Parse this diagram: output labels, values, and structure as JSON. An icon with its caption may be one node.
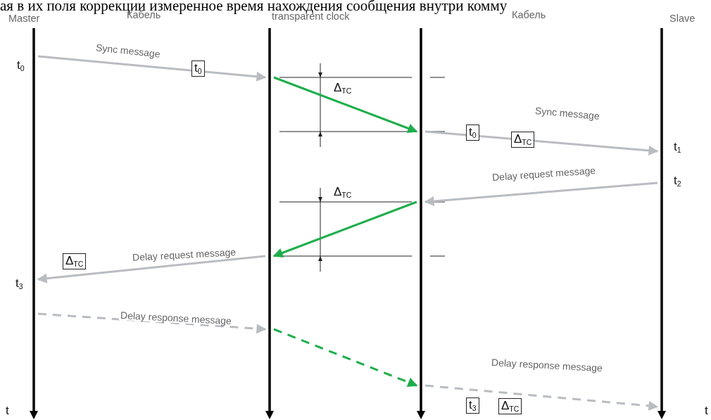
{
  "diagram": {
    "nodes": [
      {
        "text": [],
        "shape": "bar",
        "beside": [
          "Master",
          "t$_{0}$",
          "t$_{3}$",
          "t"
        ]
      },
      {
        "text": [],
        "shape": "bar"
      },
      {
        "text": [],
        "shape": "bar"
      },
      {
        "text": [],
        "shape": "bar",
        "beside": [
          "Slave",
          "t$_{1}$",
          "t$_{2}$",
          "t"
        ]
      }
    ],
    "edges": [
      {
        "from": 0,
        "to": 1,
        "arrow": "to",
        "label": "Sync message"
      },
      {
        "from": 1,
        "to": 2,
        "arrow": "to",
        "color": "#1fae4b"
      },
      {
        "from": 2,
        "to": 3,
        "arrow": "to",
        "label": "Sync message"
      },
      {
        "from": 3,
        "to": 2,
        "arrow": "to",
        "label": "Delay request message"
      },
      {
        "from": 2,
        "to": 1,
        "arrow": "to",
        "color": "#1fae4b"
      },
      {
        "from": 1,
        "to": 0,
        "arrow": "to",
        "label": "Delay request message"
      },
      {
        "from": 0,
        "to": 1,
        "arrow": "to",
        "label": "Delay response message",
        "style": "dashed"
      },
      {
        "from": 1,
        "to": 2,
        "arrow": "to",
        "style": "dashed",
        "color": "#1fae4b"
      },
      {
        "from": 2,
        "to": 3,
        "arrow": "to",
        "label": "Delay response message",
        "style": "dashed"
      }
    ],
    "labels": [
      "ая в их поля коррекции измеренное время нахождения сообщения внутри комму",
      "Кабель",
      "transparent clock",
      "Кабель",
      "t$_{0}$",
      "Δ$_{TC}$",
      "t$_{0}$",
      "Δ$_{TC}$",
      "Δ$_{TC}$",
      "Δ$_{TC}$",
      "t$_{3}$",
      "Δ$_{TC}$"
    ]
  }
}
